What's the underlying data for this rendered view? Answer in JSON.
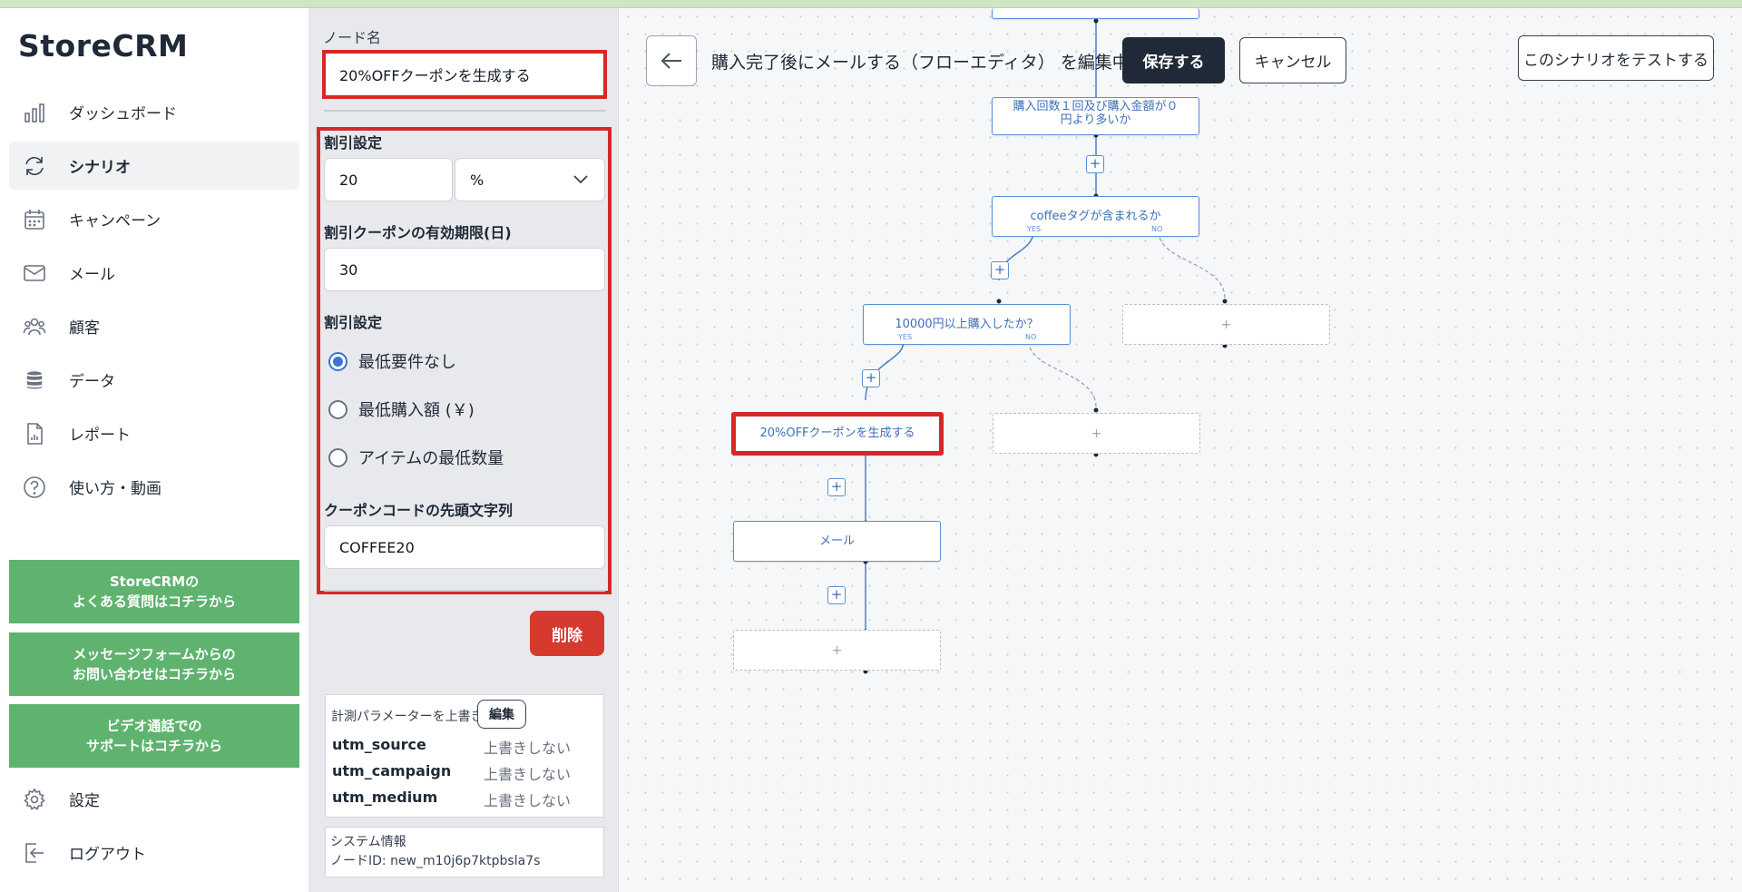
{
  "app": {
    "name": "StoreCRM"
  },
  "sidebar": {
    "items": [
      {
        "label": "ダッシュボード",
        "icon": "bar-chart-icon"
      },
      {
        "label": "シナリオ",
        "icon": "refresh-cycle-icon",
        "active": true
      },
      {
        "label": "キャンペーン",
        "icon": "calendar-icon"
      },
      {
        "label": "メール",
        "icon": "mail-icon"
      },
      {
        "label": "顧客",
        "icon": "users-icon"
      },
      {
        "label": "データ",
        "icon": "database-icon"
      },
      {
        "label": "レポート",
        "icon": "report-file-icon"
      },
      {
        "label": "使い方・動画",
        "icon": "help-circle-icon"
      }
    ],
    "support": [
      {
        "line1": "StoreCRMの",
        "line2": "よくある質問はコチラから"
      },
      {
        "line1": "メッセージフォームからの",
        "line2": "お問い合わせはコチラから"
      },
      {
        "line1": "ビデオ通話での",
        "line2": "サポートはコチラから"
      }
    ],
    "bottom": [
      {
        "label": "設定",
        "icon": "gear-icon"
      },
      {
        "label": "ログアウト",
        "icon": "logout-icon"
      }
    ]
  },
  "panel": {
    "node_name_label": "ノード名",
    "node_name_value": "20%OFFクーポンを生成する",
    "discount_label": "割引設定",
    "discount_value": "20",
    "discount_unit": "%",
    "expiry_label": "割引クーポンの有効期限(日)",
    "expiry_value": "30",
    "condition_label": "割引設定",
    "radios": [
      {
        "label": "最低要件なし",
        "checked": true
      },
      {
        "label": "最低購入額 (￥)",
        "checked": false
      },
      {
        "label": "アイテムの最低数量",
        "checked": false
      }
    ],
    "prefix_label": "クーポンコードの先頭文字列",
    "prefix_value": "COFFEE20",
    "delete_label": "削除",
    "utm_title": "計測パラメーターを上書き",
    "utm_edit": "編集",
    "utm": [
      {
        "key": "utm_source",
        "value": "上書きしない"
      },
      {
        "key": "utm_campaign",
        "value": "上書きしない"
      },
      {
        "key": "utm_medium",
        "value": "上書きしない"
      }
    ],
    "system_title": "システム情報",
    "node_id": "ノードID: new_m10j6p7ktpbsla7s"
  },
  "header": {
    "title": "購入完了後にメールする（フローエディタ） を編集中",
    "save": "保存する",
    "cancel": "キャンセル",
    "test": "このシナリオをテストする"
  },
  "flow": {
    "node_top": "購入回数１回及び購入金額が０",
    "node_top2": "円より多いか",
    "node_tag": "coffeeタグが含まれるか",
    "node_amount": "10000円以上購入したか？",
    "node_coupon": "20%OFFクーポンを生成する",
    "node_mail": "メール",
    "yes": "YES",
    "no": "NO",
    "plus": "+"
  }
}
